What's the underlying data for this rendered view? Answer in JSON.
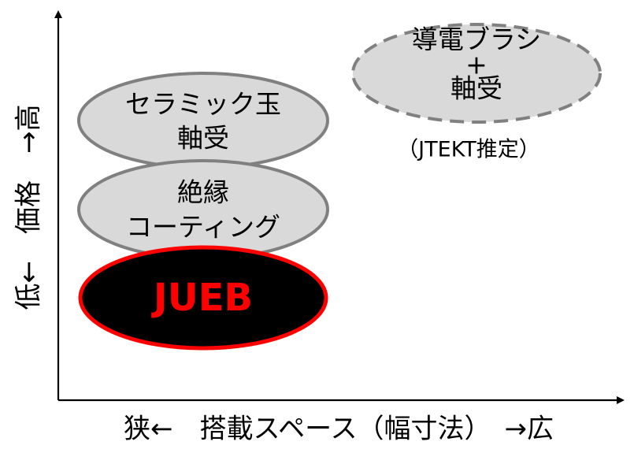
{
  "axes": {
    "x_label": "狭←　搭載スペース（幅寸法）　→広",
    "y_label": "低←　価格　→高"
  },
  "options": [
    {
      "id": "ceramic",
      "lines": [
        "セラミック玉",
        "軸受"
      ],
      "style": "solid-gray"
    },
    {
      "id": "insulation",
      "lines": [
        "絶縁",
        "コーティング"
      ],
      "style": "solid-gray"
    },
    {
      "id": "jueb",
      "lines": [
        "JUEB"
      ],
      "style": "black-red-highlight"
    },
    {
      "id": "brush",
      "lines": [
        "導電ブラシ",
        "+",
        "軸受"
      ],
      "style": "dashed-gray",
      "note": "（JTEKT推定）"
    }
  ],
  "colors": {
    "ellipse_fill": "#d9d9d9",
    "ellipse_stroke": "#808080",
    "highlight_fill": "#000000",
    "highlight_stroke": "#ff0000",
    "highlight_text": "#ff0000",
    "axis": "#000000"
  }
}
